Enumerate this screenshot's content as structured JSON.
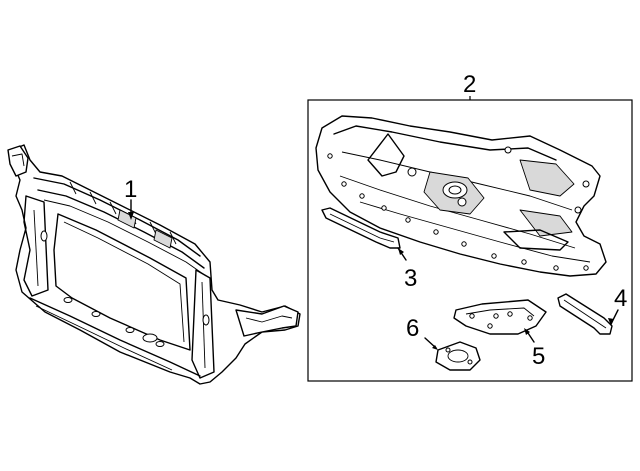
{
  "callouts": {
    "c1": "1",
    "c2": "2",
    "c3": "3",
    "c4": "4",
    "c5": "5",
    "c6": "6"
  },
  "colors": {
    "line": "#000000",
    "background": "#ffffff",
    "shade": "#d9d9d9"
  }
}
